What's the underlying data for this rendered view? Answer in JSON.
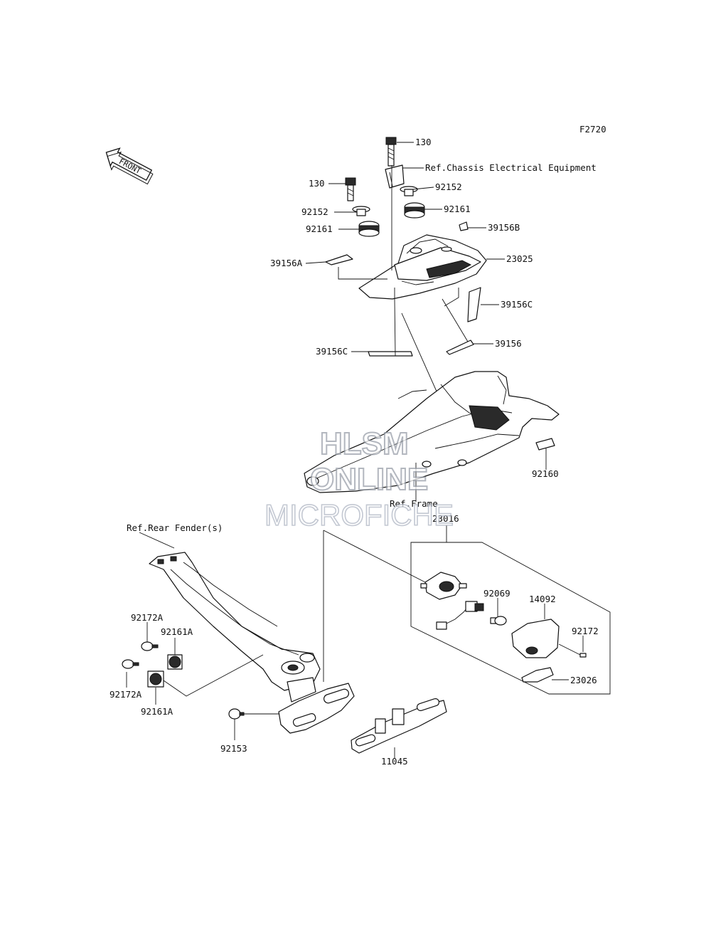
{
  "figure_code": "F2720",
  "front_arrow": "FRONT",
  "labels": {
    "bolt_130_top": "130",
    "ref_chassis": "Ref.Chassis Electrical Equipment",
    "bolt_130_left": "130",
    "collar_92152_right": "92152",
    "collar_92152_left": "92152",
    "grommet_92161_right": "92161",
    "grommet_92161_left": "92161",
    "label_39156B": "39156B",
    "label_39156A": "39156A",
    "cover_23025": "23025",
    "label_39156C_right": "39156C",
    "label_39156": "39156",
    "label_39156C_left": "39156C",
    "pad_92160": "92160",
    "ref_frame": "Ref.Frame",
    "ref_rear_fender": "Ref.Rear Fender(s)",
    "lamp_23016": "23016",
    "bulb_92069": "92069",
    "lens_14092": "14092",
    "screw_92172": "92172",
    "lens_23026": "23026",
    "screw_92172A_top": "92172A",
    "grommet_92161A_top": "92161A",
    "screw_92172A_bottom": "92172A",
    "grommet_92161A_bottom": "92161A",
    "screw_92153": "92153",
    "bracket_11045": "11045"
  },
  "watermark": {
    "line1": "HLSM",
    "line2": "ONLINE",
    "line3": "MICROFICHE"
  }
}
